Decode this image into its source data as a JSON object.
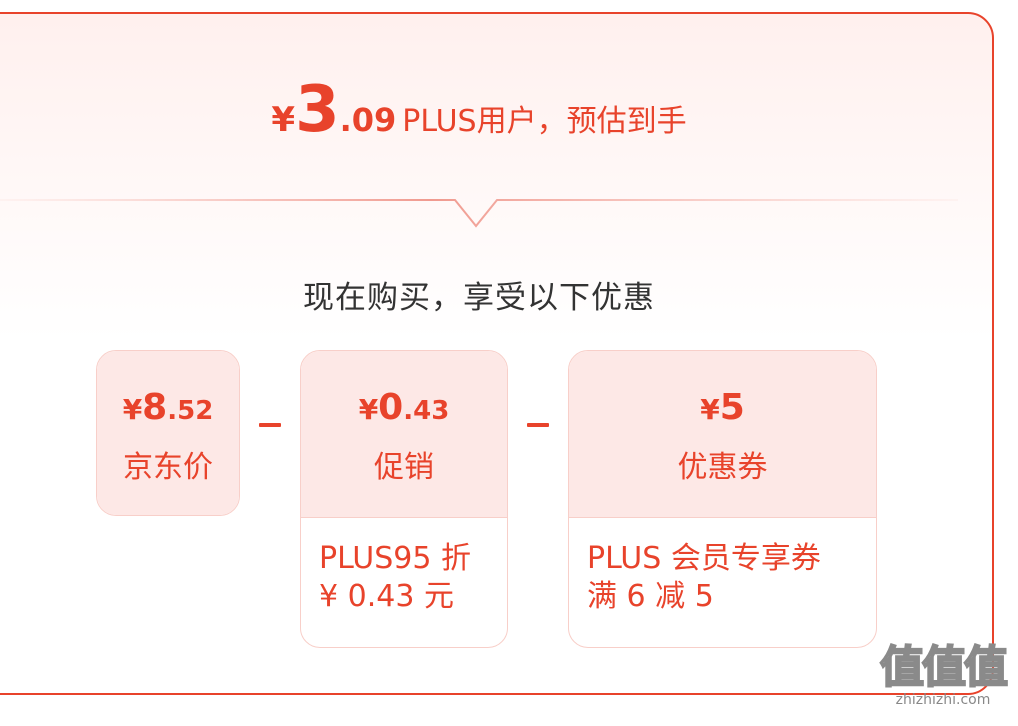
{
  "headline": {
    "currency": "¥",
    "price_int": "3",
    "price_dec": ".09",
    "text": "PLUS用户，预估到手"
  },
  "subtitle": "现在购买，享受以下优惠",
  "items": [
    {
      "currency": "¥",
      "int": "8",
      "dec": ".52",
      "label": "京东价"
    },
    {
      "currency": "¥",
      "int": "0",
      "dec": ".43",
      "label": "促销",
      "detail_line1": "PLUS95 折",
      "detail_line2": "¥ 0.43 元"
    },
    {
      "currency": "¥",
      "int": "5",
      "dec": "",
      "label": "优惠券",
      "detail_line1": "PLUS 会员专享券",
      "detail_line2": "满 6 减 5"
    }
  ],
  "watermark": {
    "glyphs": "值值值",
    "site": "zhizhizhi.com"
  },
  "colors": {
    "accent": "#e8432b",
    "box_fill": "#fde8e6",
    "box_border": "#f8cfc9",
    "text_dark": "#333333"
  }
}
